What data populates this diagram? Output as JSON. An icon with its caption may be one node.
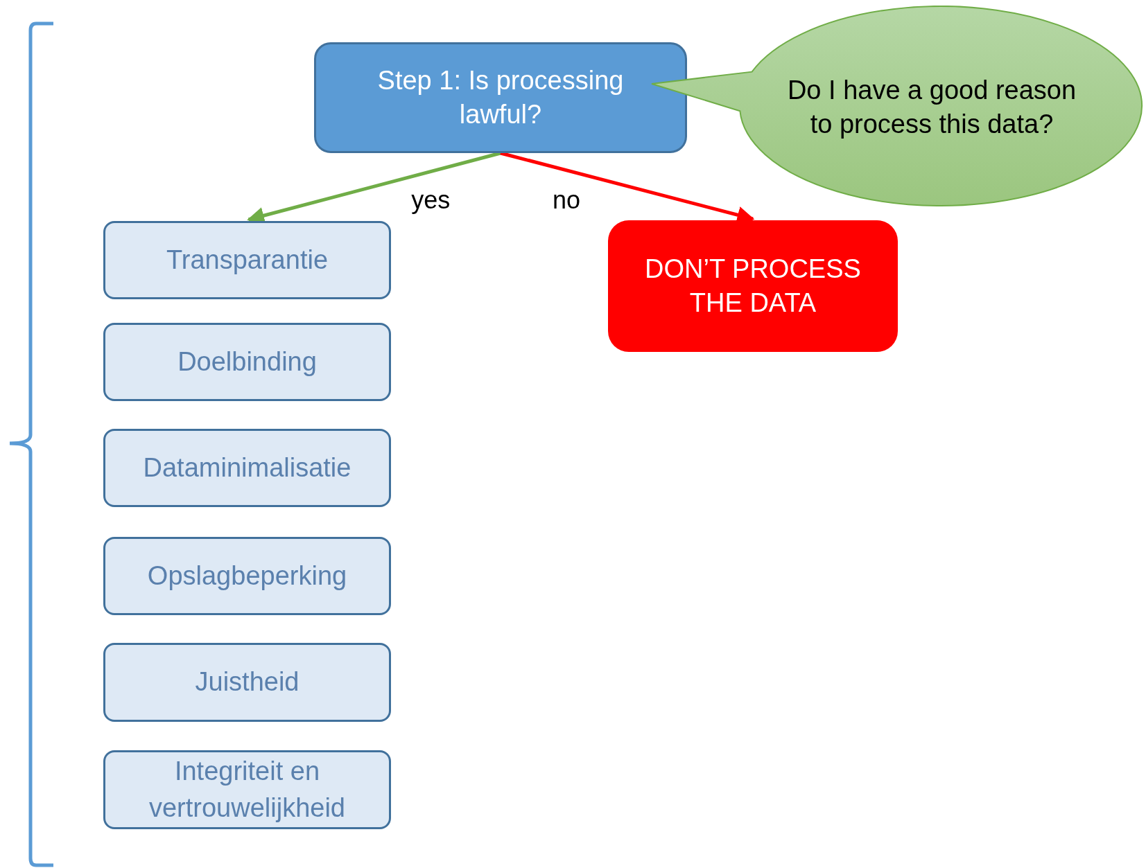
{
  "diagram": {
    "nodes": [
      {
        "text": [
          "Step 1: Is  processing lawful?"
        ]
      },
      {
        "text": [
          "Do I have a good reason to process this data?"
        ]
      },
      {
        "text": [
          "DON’T PROCESS THE DATA"
        ]
      },
      {
        "text": [
          "Transparantie"
        ]
      },
      {
        "text": [
          "Doelbinding"
        ]
      },
      {
        "text": [
          "Dataminimalisatie"
        ]
      },
      {
        "text": [
          "Opslagbeperking"
        ]
      },
      {
        "text": [
          "Juistheid"
        ]
      },
      {
        "text": [
          "Integriteit en vertrouwelijkheid"
        ]
      }
    ],
    "edges": [
      {
        "from": 0,
        "to": 3,
        "arrow": "to",
        "label": "yes",
        "color": "#70ad47"
      },
      {
        "from": 0,
        "to": 2,
        "arrow": "to",
        "label": "no",
        "color": "#ff0000"
      }
    ]
  }
}
